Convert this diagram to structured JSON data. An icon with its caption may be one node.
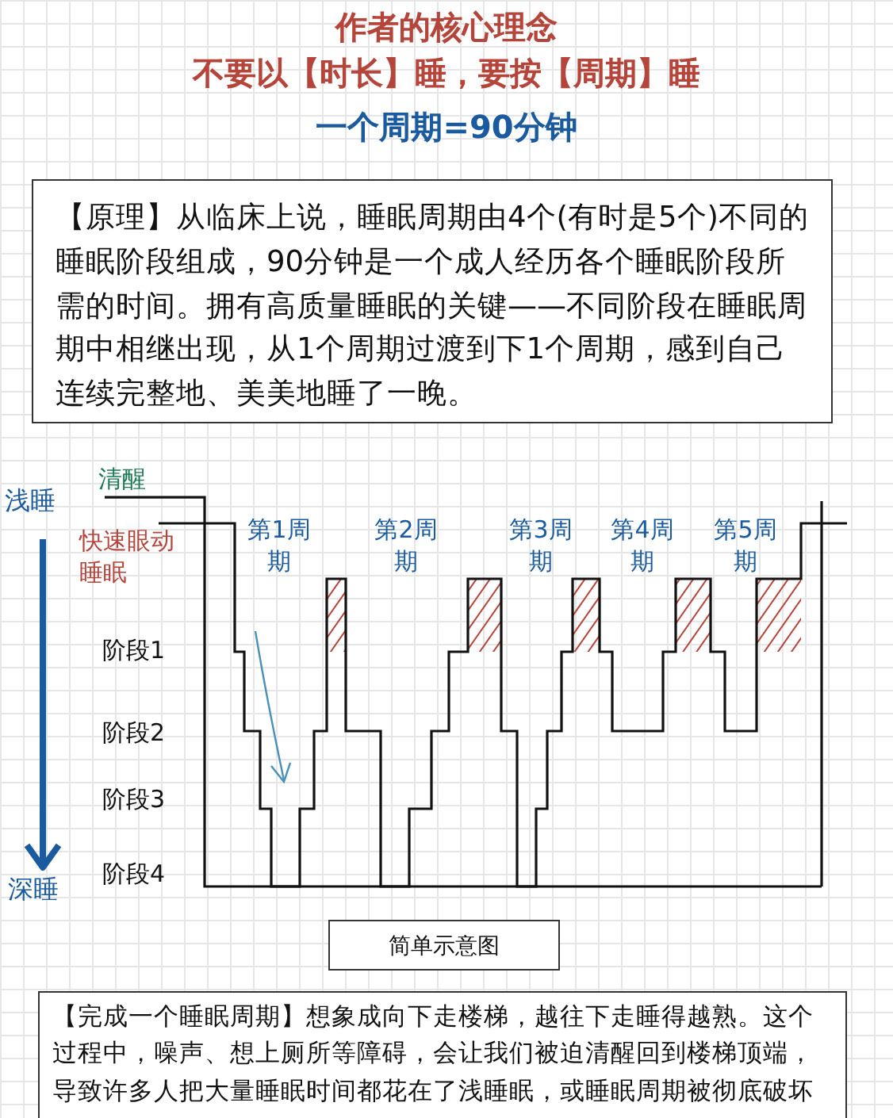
{
  "diagram": {
    "title": "作者的核心理念",
    "nodes": [
      {
        "text": [
          "【原理】从临床上说，睡眠周期由4个(有时是5个)不同的睡眠阶段组成，90分钟是一个成人经历各个睡眠阶段所需的时间。拥有高质量睡眠的关键——不同阶段在睡眠周期中相继出现，从1个周期过渡到下1个周期，感到自己连续完整地、美美地睡了一晚。"
        ]
      },
      {
        "text": [
          "简单示意图"
        ]
      },
      {
        "text": [
          "【完成一个睡眠周期】想象成向下走楼梯，越往下走睡得越熟。这个过程中，噪声、想上厕所等障碍，会让我们被迫清醒回到楼梯顶端，导致许多人把大量睡眠时间都花在了浅睡眠，或睡眠周期被彻底破坏"
        ]
      }
    ],
    "labels": [
      "不要以【时长】睡，要按【周期】睡",
      "一个周期=90分钟",
      "清醒",
      "浅睡",
      "快速眼动睡眠",
      "第1周期",
      "第2周期",
      "第3周期",
      "第4周期",
      "第5周期",
      "阶段1",
      "阶段2",
      "阶段3",
      "阶段4",
      "深睡"
    ]
  }
}
